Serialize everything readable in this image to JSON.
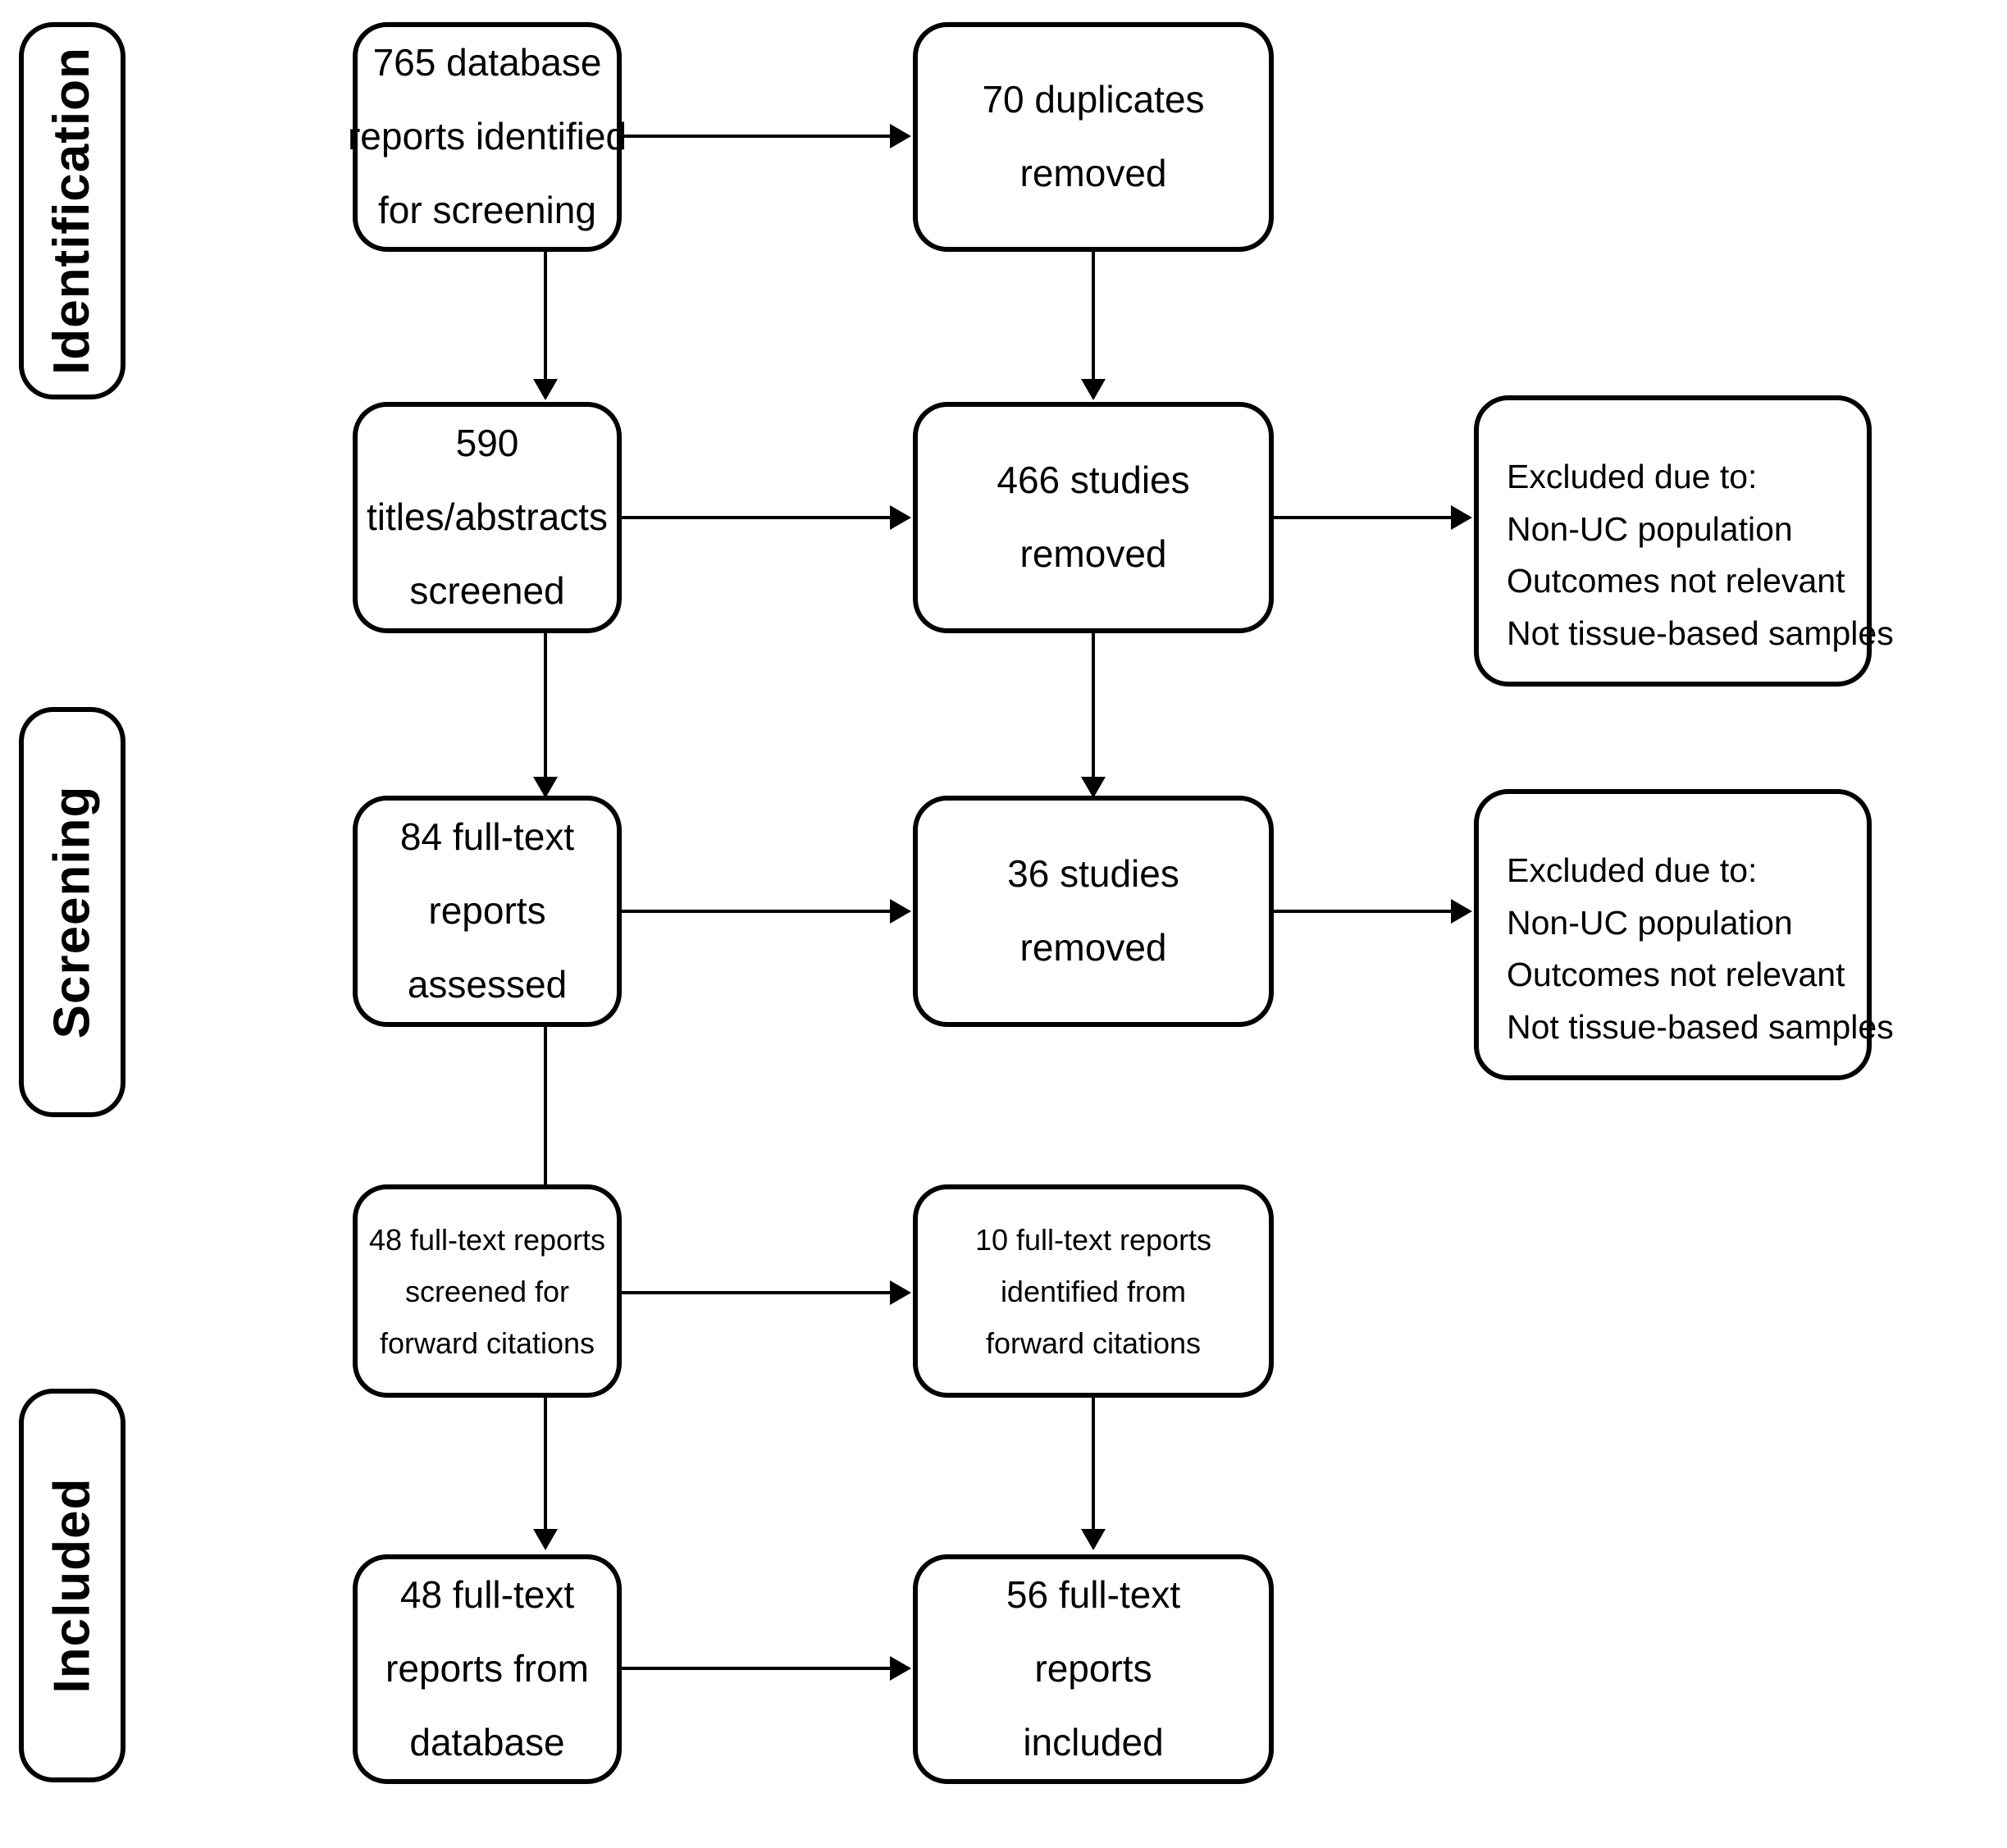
{
  "diagram": {
    "title": "PRISMA flow diagram",
    "type": "flowchart",
    "line_color": "#000000",
    "box_fill": "#ffffff",
    "background": "#ffffff"
  },
  "stages": [
    {
      "id": "identification",
      "label": "Identification"
    },
    {
      "id": "screening",
      "label": "Screening"
    },
    {
      "id": "included",
      "label": "Included"
    }
  ],
  "boxes": {
    "database_reports": {
      "lines": [
        "765 database",
        "reports identified",
        "for screening"
      ]
    },
    "duplicates_removed": {
      "lines": [
        "70 duplicates",
        "removed"
      ]
    },
    "titles_abstracts_screened": {
      "lines": [
        "590",
        "titles/abstracts",
        "screened"
      ]
    },
    "studies_removed_466": {
      "lines": [
        "466 studies",
        "removed"
      ]
    },
    "excluded_reasons_1": {
      "lines": [
        "Excluded due to:",
        "Non-UC population",
        "Outcomes not relevant",
        "Not tissue-based samples"
      ]
    },
    "fulltext_assessed": {
      "lines": [
        "84 full-text",
        "reports",
        "assessed"
      ]
    },
    "studies_removed_36": {
      "lines": [
        "36 studies",
        "removed"
      ]
    },
    "excluded_reasons_2": {
      "lines": [
        "Excluded due to:",
        "Non-UC population",
        "Outcomes not relevant",
        "Not tissue-based samples"
      ]
    },
    "forward_citation_screen": {
      "lines": [
        "48 full-text reports",
        "screened for",
        "forward citations"
      ]
    },
    "forward_citation_found": {
      "lines": [
        "10 full-text reports",
        "identified from",
        "forward citations"
      ]
    },
    "reports_from_database": {
      "lines": [
        "48 full-text",
        "reports from",
        "database"
      ]
    },
    "reports_included": {
      "lines": [
        "56 full-text",
        "reports",
        "included"
      ]
    }
  },
  "chart_data": {
    "type": "flow",
    "title": "PRISMA study selection flow",
    "nodes": [
      {
        "id": "database_reports",
        "stage": "Identification",
        "count": 765,
        "text": "765 database reports identified for screening"
      },
      {
        "id": "duplicates_removed",
        "stage": "Identification",
        "count": 70,
        "text": "70 duplicates removed"
      },
      {
        "id": "titles_abstracts_screened",
        "stage": "Identification",
        "count": 590,
        "text": "590 titles/abstracts screened"
      },
      {
        "id": "studies_removed_466",
        "stage": "Identification",
        "count": 466,
        "text": "466 studies removed"
      },
      {
        "id": "excluded_reasons_1",
        "stage": "Identification",
        "count": null,
        "text": "Excluded due to: Non-UC population; Outcomes not relevant; Not tissue-based samples"
      },
      {
        "id": "fulltext_assessed",
        "stage": "Screening",
        "count": 84,
        "text": "84 full-text reports assessed"
      },
      {
        "id": "studies_removed_36",
        "stage": "Screening",
        "count": 36,
        "text": "36 studies removed"
      },
      {
        "id": "excluded_reasons_2",
        "stage": "Screening",
        "count": null,
        "text": "Excluded due to: Non-UC population; Outcomes not relevant; Not tissue-based samples"
      },
      {
        "id": "forward_citation_screen",
        "stage": "Screening",
        "count": 48,
        "text": "48 full-text reports screened for forward citations"
      },
      {
        "id": "forward_citation_found",
        "stage": "Screening",
        "count": 10,
        "text": "10 full-text reports identified from forward citations"
      },
      {
        "id": "reports_from_database",
        "stage": "Included",
        "count": 48,
        "text": "48 full-text reports from database"
      },
      {
        "id": "reports_included",
        "stage": "Included",
        "count": 56,
        "text": "56 full-text reports included"
      }
    ],
    "edges": [
      {
        "from": "database_reports",
        "to": "duplicates_removed",
        "direction": "right"
      },
      {
        "from": "database_reports",
        "to": "titles_abstracts_screened",
        "direction": "down"
      },
      {
        "from": "duplicates_removed",
        "to": "studies_removed_466",
        "direction": "down"
      },
      {
        "from": "titles_abstracts_screened",
        "to": "studies_removed_466",
        "direction": "right"
      },
      {
        "from": "studies_removed_466",
        "to": "excluded_reasons_1",
        "direction": "right"
      },
      {
        "from": "titles_abstracts_screened",
        "to": "fulltext_assessed",
        "direction": "down"
      },
      {
        "from": "studies_removed_466",
        "to": "studies_removed_36",
        "direction": "down"
      },
      {
        "from": "fulltext_assessed",
        "to": "studies_removed_36",
        "direction": "right"
      },
      {
        "from": "studies_removed_36",
        "to": "excluded_reasons_2",
        "direction": "right"
      },
      {
        "from": "fulltext_assessed",
        "to": "forward_citation_screen",
        "direction": "down"
      },
      {
        "from": "forward_citation_screen",
        "to": "forward_citation_found",
        "direction": "right"
      },
      {
        "from": "forward_citation_screen",
        "to": "reports_from_database",
        "direction": "down"
      },
      {
        "from": "forward_citation_found",
        "to": "reports_included",
        "direction": "down"
      },
      {
        "from": "reports_from_database",
        "to": "reports_included",
        "direction": "right"
      }
    ]
  }
}
